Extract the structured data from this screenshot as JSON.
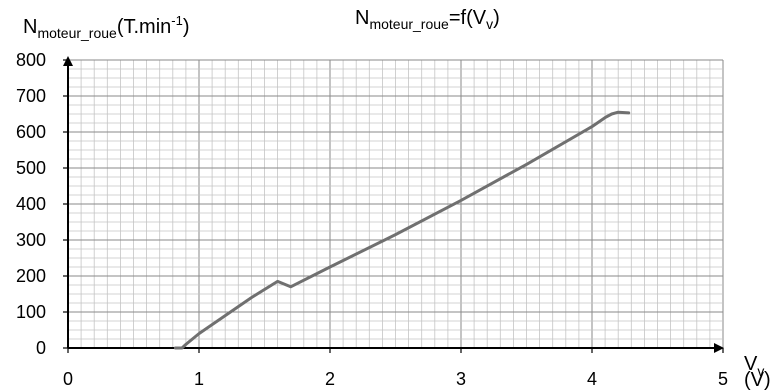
{
  "chart_data": {
    "type": "line",
    "title": {
      "main": "N",
      "sub": "moteur_roue",
      "mid": "=f(V",
      "sub2": "v",
      "end": ")"
    },
    "ylabel": {
      "main": "N",
      "sub": "moteur_roue",
      "unit_pre": "(T.min",
      "sup": "-1",
      "unit_post": ")"
    },
    "xlabel": {
      "main": "V",
      "sub": "v",
      "unit": "(V)"
    },
    "xlim": [
      0,
      5
    ],
    "ylim": [
      0,
      800
    ],
    "x_ticks": [
      "0",
      "1",
      "2",
      "3",
      "4",
      "5"
    ],
    "y_ticks": [
      "0",
      "100",
      "200",
      "300",
      "400",
      "500",
      "600",
      "700",
      "800"
    ],
    "grid": {
      "x_minor_step": 0.1,
      "y_minor_step": 25
    },
    "series": [
      {
        "color": "#707070",
        "x": [
          0.82,
          0.87,
          0.9,
          1.0,
          1.2,
          1.4,
          1.6,
          1.7,
          2.0,
          2.5,
          3.0,
          3.5,
          4.0,
          4.1,
          4.15,
          4.2,
          4.28
        ],
        "y": [
          0,
          0,
          10,
          40,
          90,
          140,
          185,
          170,
          225,
          315,
          410,
          510,
          615,
          640,
          650,
          655,
          653
        ]
      }
    ]
  }
}
